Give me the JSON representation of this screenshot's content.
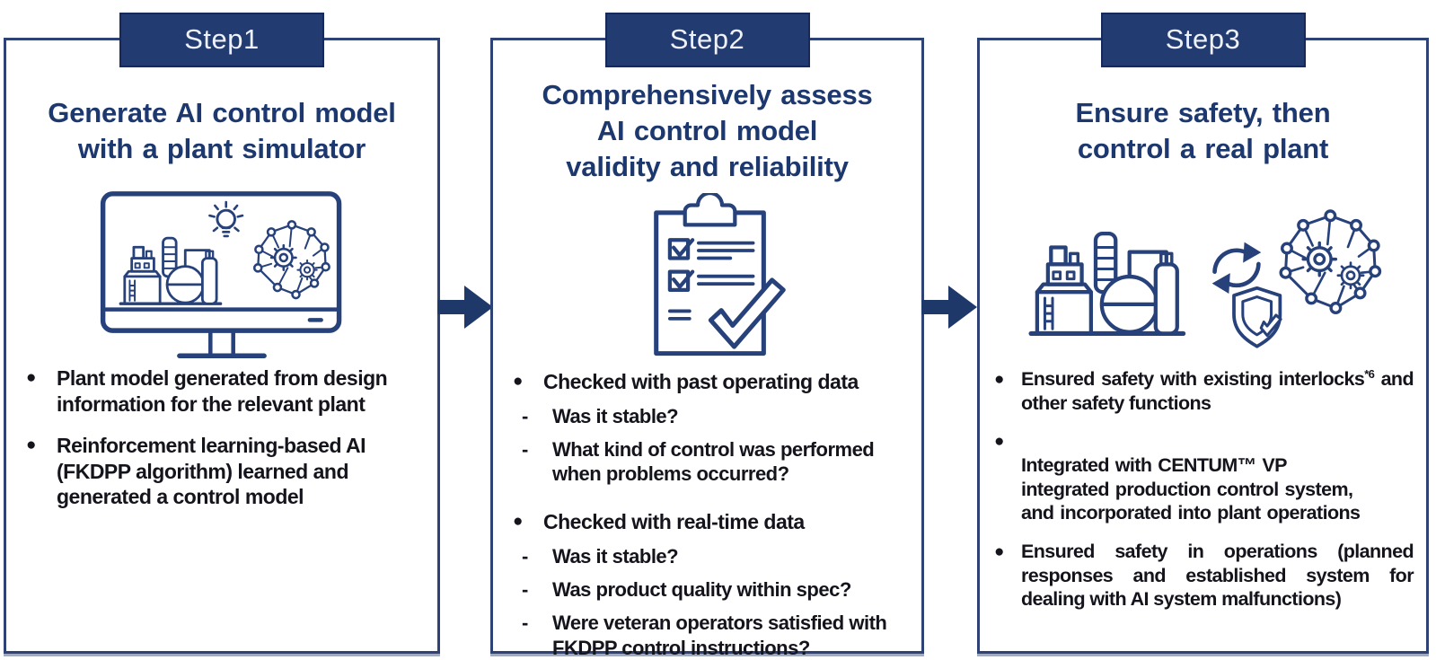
{
  "markers": {
    "bullet": "●",
    "dash": "-"
  },
  "colors": {
    "navy_header": "#223b71",
    "panel_border": "#2e4275",
    "arrow": "#1e3869",
    "icon_stroke": "#27417b",
    "title_text": "#1c386e",
    "body_text": "#14141c"
  },
  "panels": [
    {
      "step": "Step1",
      "title": "Generate AI control model\nwith a plant simulator",
      "icon": "plant-simulator-monitor-icon",
      "bullets": [
        {
          "text": "Plant model generated from design information for the relevant plant"
        },
        {
          "text": "Reinforcement learning-based AI (FKDPP algorithm) learned and generated a control model"
        }
      ]
    },
    {
      "step": "Step2",
      "title": "Comprehensively assess\nAI control model\nvalidity and reliability",
      "icon": "checklist-clipboard-icon",
      "groups": [
        {
          "bullet": "Checked with past operating data",
          "subs": [
            "Was it stable?",
            "What kind of control was performed when problems occurred?"
          ]
        },
        {
          "bullet": "Checked with real-time data",
          "subs": [
            "Was it stable?",
            "Was product quality within spec?",
            "Were veteran operators satisfied with FKDPP control instructions?"
          ]
        }
      ]
    },
    {
      "step": "Step3",
      "title": "Ensure safety, then\ncontrol a real plant",
      "icon": "plant-ai-safety-icon",
      "bullets": [
        {
          "text": "Ensured safety with existing ",
          "word": "interlocks",
          "sup": "*6",
          "rest": " and other safety functions"
        },
        {
          "text": "Integrated with CENTUM™ VP\nintegrated production control system,\nand incorporated into plant operations"
        },
        {
          "text": "Ensured safety in operations (planned responses and established system for dealing with AI system malfunctions)"
        }
      ]
    }
  ]
}
